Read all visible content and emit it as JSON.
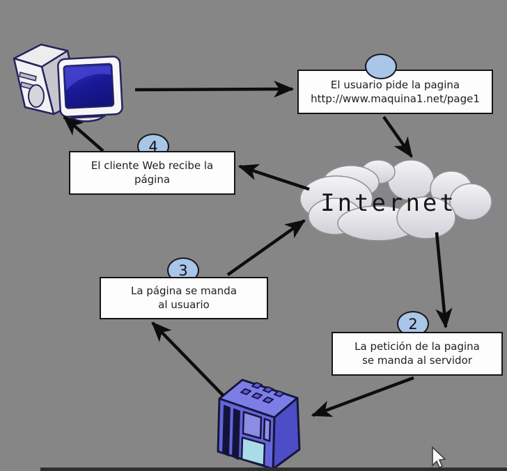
{
  "background_color": "#868686",
  "diagram": {
    "internet_label": "Internet",
    "steps": [
      {
        "number": "",
        "lines": [
          "El usuario pide la pagina",
          "http://www.maquina1.net/page1"
        ]
      },
      {
        "number": "2",
        "lines": [
          "La petición de la pagina",
          "se manda al servidor"
        ]
      },
      {
        "number": "3",
        "lines": [
          "La página se manda",
          "al usuario"
        ]
      },
      {
        "number": "4",
        "lines": [
          "El cliente Web recibe la",
          "página"
        ]
      }
    ],
    "colors": {
      "background": "#868686",
      "box_fill": "#fdfdfd",
      "box_border": "#141414",
      "badge_fill": "#a9c5e8",
      "arrow": "#0d0d0d",
      "cloud_fill_top": "#f2f2f4",
      "cloud_fill_bottom": "#cfcfd7",
      "server_top": "#7d7de8",
      "server_front": "#6565da",
      "server_side": "#4d4dc8",
      "server_screen": "#a8dce8",
      "monitor_screen": "#1a1a9a"
    }
  }
}
